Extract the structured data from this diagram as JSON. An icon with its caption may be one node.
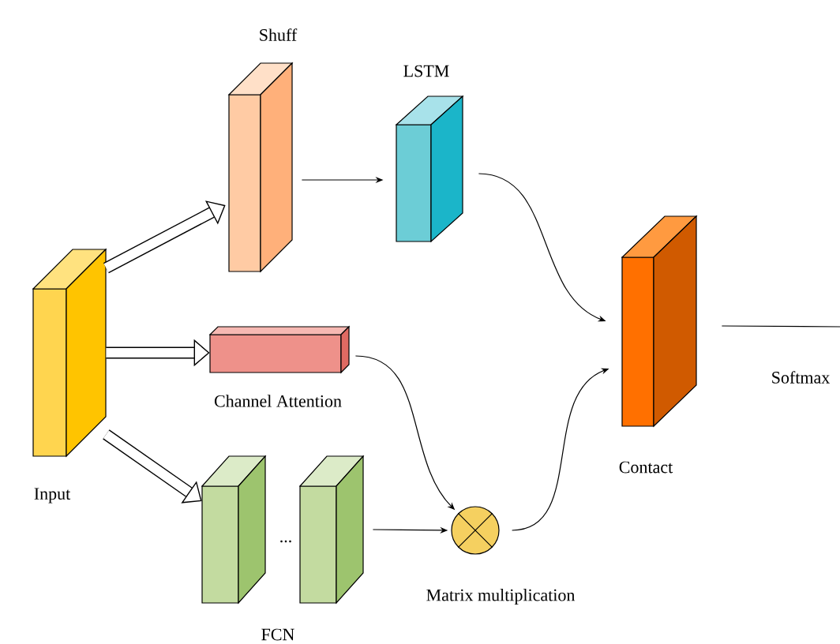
{
  "diagram": {
    "nodes": [
      {
        "text": [
          "Input"
        ]
      },
      {
        "text": [
          "Shuff"
        ]
      },
      {
        "text": [
          "LSTM"
        ]
      },
      {
        "text": [
          "Channel Attention"
        ]
      },
      {
        "text": [
          "FCN"
        ]
      },
      {
        "text": [],
        "shape": "box"
      },
      {
        "text": [
          "Matrix multiplication"
        ]
      },
      {
        "text": [
          "Contact"
        ]
      }
    ],
    "edges": [
      {
        "from": 0,
        "to": 1,
        "arrow": "to",
        "style": "thick"
      },
      {
        "from": 0,
        "to": 3,
        "arrow": "to",
        "style": "thick"
      },
      {
        "from": 0,
        "to": 4,
        "arrow": "to",
        "style": "thick"
      },
      {
        "from": 1,
        "to": 2,
        "arrow": "to"
      },
      {
        "from": 2,
        "to": 7,
        "arrow": "to"
      },
      {
        "from": 3,
        "to": 6,
        "arrow": "to"
      },
      {
        "from": 5,
        "to": 6,
        "arrow": "to"
      },
      {
        "from": 6,
        "to": 7,
        "arrow": "to"
      },
      {
        "from": 7,
        "to": null,
        "arrow": "none",
        "label": "Softmax"
      }
    ],
    "labels": [
      "..."
    ]
  }
}
